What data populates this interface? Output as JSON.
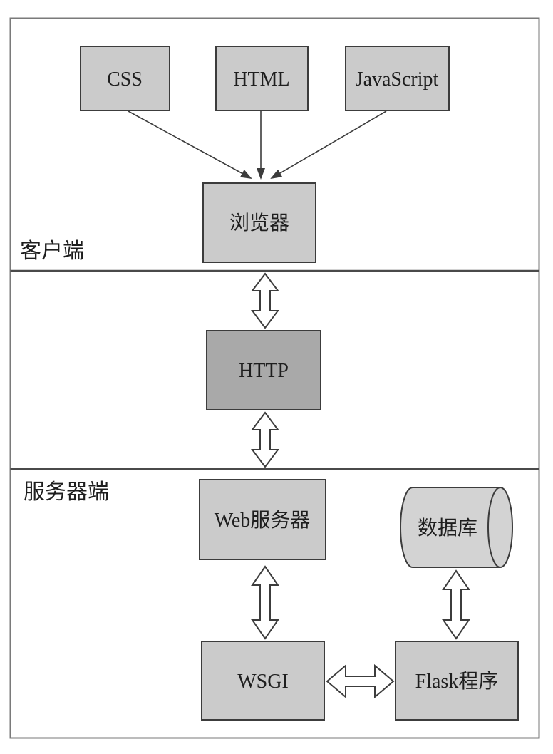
{
  "diagram": {
    "sections": {
      "client": {
        "label": "客户端"
      },
      "server": {
        "label": "服务器端"
      }
    },
    "nodes": {
      "css": {
        "label": "CSS"
      },
      "html": {
        "label": "HTML"
      },
      "javascript": {
        "label": "JavaScript"
      },
      "browser": {
        "label": "浏览器"
      },
      "http": {
        "label": "HTTP"
      },
      "web_server": {
        "label": "Web服务器"
      },
      "database": {
        "label": "数据库"
      },
      "wsgi": {
        "label": "WSGI"
      },
      "flask": {
        "label": "Flask程序"
      }
    },
    "edges": [
      {
        "from": "css",
        "to": "browser",
        "style": "thin-arrow"
      },
      {
        "from": "html",
        "to": "browser",
        "style": "thin-arrow"
      },
      {
        "from": "javascript",
        "to": "browser",
        "style": "thin-arrow"
      },
      {
        "from": "browser",
        "to": "http",
        "style": "hollow-double-arrow"
      },
      {
        "from": "http",
        "to": "web_server",
        "style": "hollow-double-arrow"
      },
      {
        "from": "web_server",
        "to": "wsgi",
        "style": "hollow-double-arrow"
      },
      {
        "from": "database",
        "to": "flask",
        "style": "hollow-double-arrow"
      },
      {
        "from": "wsgi",
        "to": "flask",
        "style": "hollow-double-arrow"
      }
    ],
    "colors": {
      "node_fill": "#cbcbcb",
      "http_fill": "#a9a9a9",
      "cylinder_fill": "#d3d3d3",
      "node_border": "#3c3c3c",
      "section_border": "#7a7a7a",
      "divider": "#4a4a4a",
      "background": "#ffffff"
    }
  }
}
